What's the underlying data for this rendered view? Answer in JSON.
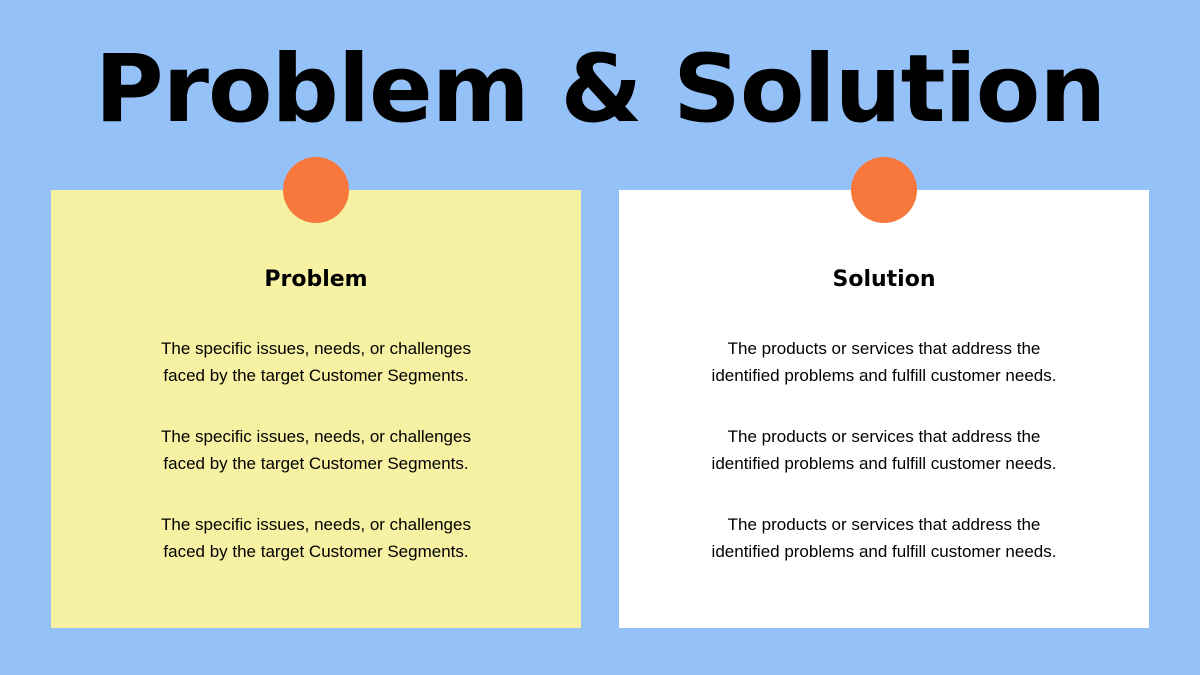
{
  "slide": {
    "title": "Problem & Solution"
  },
  "colors": {
    "background": "#94C1F8",
    "problem_card": "#F6F1A3",
    "solution_card": "#FFFFFF",
    "pin": "#F7773C",
    "text": "#000000"
  },
  "problem": {
    "heading": "Problem",
    "paragraphs": [
      {
        "line1": "The specific issues, needs, or challenges",
        "line2": "faced by the target Customer Segments."
      },
      {
        "line1": "The specific issues, needs, or challenges",
        "line2": "faced by the target Customer Segments."
      },
      {
        "line1": "The specific issues, needs, or challenges",
        "line2": "faced by the target Customer Segments."
      }
    ]
  },
  "solution": {
    "heading": "Solution",
    "paragraphs": [
      {
        "line1": "The products or services that address the",
        "line2": "identified problems and fulfill customer needs."
      },
      {
        "line1": "The products or services that address the",
        "line2": "identified problems and fulfill customer needs."
      },
      {
        "line1": "The products or services that address the",
        "line2": "identified problems and fulfill customer needs."
      }
    ]
  }
}
